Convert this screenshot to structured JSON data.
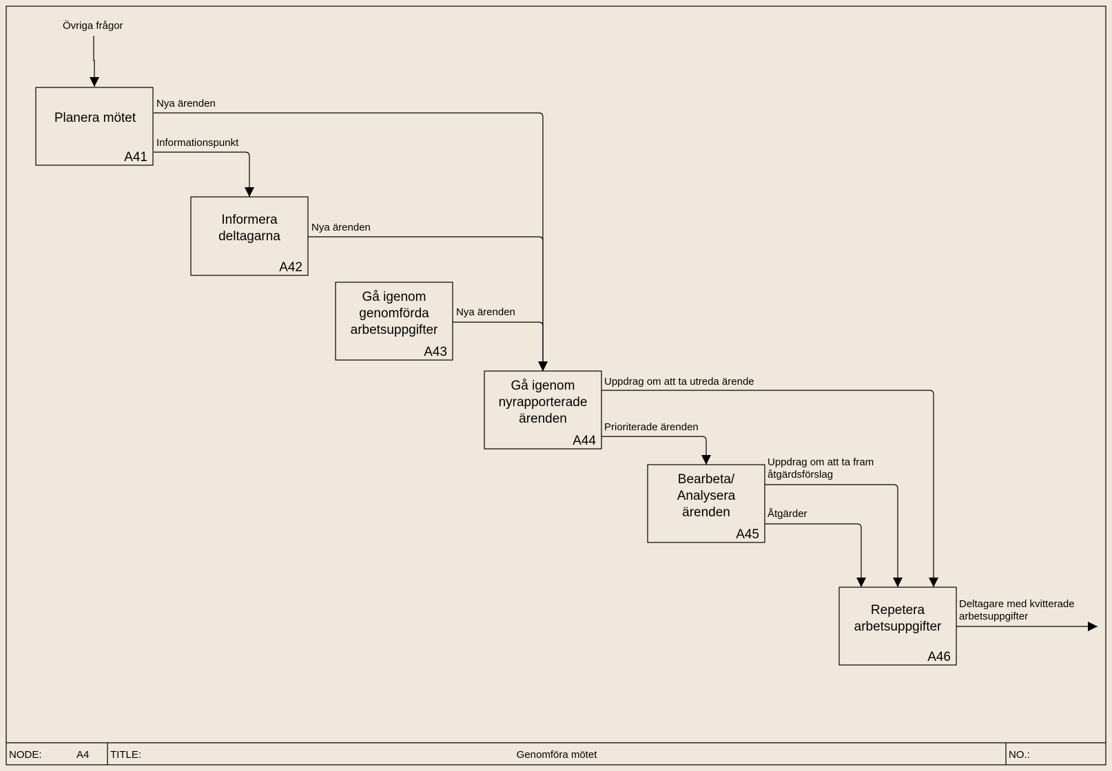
{
  "diagram": {
    "external_input": "Övriga frågor",
    "boxes": [
      {
        "id": "A41",
        "lines": [
          "Planera mötet"
        ]
      },
      {
        "id": "A42",
        "lines": [
          "Informera",
          "deltagarna"
        ]
      },
      {
        "id": "A43",
        "lines": [
          "Gå igenom",
          "genomförda",
          "arbetsuppgifter"
        ]
      },
      {
        "id": "A44",
        "lines": [
          "Gå igenom",
          "nyrapporterade",
          "ärenden"
        ]
      },
      {
        "id": "A45",
        "lines": [
          "Bearbeta/",
          "Analysera",
          "ärenden"
        ]
      },
      {
        "id": "A46",
        "lines": [
          "Repetera",
          "arbetsuppgifter"
        ]
      }
    ],
    "arrows": [
      {
        "lines": [
          "Nya ärenden"
        ]
      },
      {
        "lines": [
          "Informationspunkt"
        ]
      },
      {
        "lines": [
          "Nya ärenden"
        ]
      },
      {
        "lines": [
          "Nya ärenden"
        ]
      },
      {
        "lines": [
          "Uppdrag om att ta utreda ärende"
        ]
      },
      {
        "lines": [
          "Prioriterade ärenden"
        ]
      },
      {
        "lines": [
          "Uppdrag om att ta fram",
          "åtgärdsförslag"
        ]
      },
      {
        "lines": [
          "Åtgärder"
        ]
      },
      {
        "lines": [
          "Deltagare med kvitterade",
          "arbetsuppgifter"
        ]
      }
    ]
  },
  "footer": {
    "node_label": "NODE:",
    "node_value": "A4",
    "title_label": "TITLE:",
    "title_value": "Genomföra mötet",
    "no_label": "NO.:"
  }
}
